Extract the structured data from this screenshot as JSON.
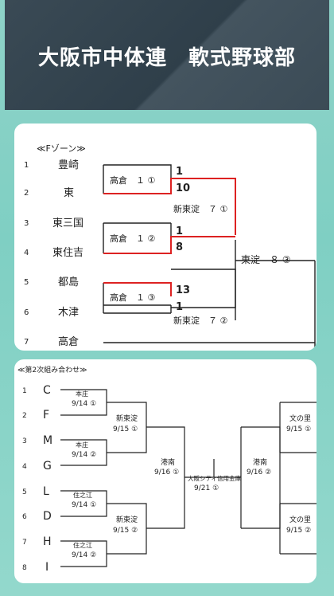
{
  "header": {
    "title": "大阪市中体連　軟式野球部"
  },
  "bracket1": {
    "title": "≪Fゾーン≫",
    "teams": [
      {
        "no": "1",
        "name": "豊崎"
      },
      {
        "no": "2",
        "name": "東"
      },
      {
        "no": "3",
        "name": "東三国"
      },
      {
        "no": "4",
        "name": "東住吉"
      },
      {
        "no": "5",
        "name": "都島"
      },
      {
        "no": "6",
        "name": "木津"
      },
      {
        "no": "7",
        "name": "高倉"
      }
    ],
    "games": [
      {
        "label": "高倉　１ ①"
      },
      {
        "label": "高倉　１ ②"
      },
      {
        "label": "高倉　１ ③"
      },
      {
        "label": "新東淀　７ ①"
      },
      {
        "label": "新東淀　７ ②"
      },
      {
        "label": "東淀　８ ③"
      }
    ],
    "scores": [
      "1",
      "10",
      "1",
      "8",
      "13",
      "1"
    ]
  },
  "bracket2": {
    "title": "≪第2次組み合わせ≫",
    "teams": [
      {
        "no": "1",
        "name": "C"
      },
      {
        "no": "2",
        "name": "F"
      },
      {
        "no": "3",
        "name": "M"
      },
      {
        "no": "4",
        "name": "G"
      },
      {
        "no": "5",
        "name": "L"
      },
      {
        "no": "6",
        "name": "D"
      },
      {
        "no": "7",
        "name": "H"
      },
      {
        "no": "8",
        "name": "I"
      }
    ],
    "games": [
      {
        "venue": "本庄",
        "date": "9/14 ①"
      },
      {
        "venue": "本庄",
        "date": "9/14 ②"
      },
      {
        "venue": "住之江",
        "date": "9/14 ①"
      },
      {
        "venue": "住之江",
        "date": "9/14 ②"
      },
      {
        "venue": "新東淀",
        "date": "9/15 ①"
      },
      {
        "venue": "新東淀",
        "date": "9/15 ②"
      },
      {
        "venue": "港南",
        "date": "9/16 ①"
      },
      {
        "venue": "大阪シティ信用金庫",
        "date": "9/21 ①"
      },
      {
        "venue": "港南",
        "date": "9/16 ②"
      },
      {
        "venue": "文の里",
        "date": "9/15 ①"
      },
      {
        "venue": "文の里",
        "date": "9/15 ②"
      }
    ]
  }
}
